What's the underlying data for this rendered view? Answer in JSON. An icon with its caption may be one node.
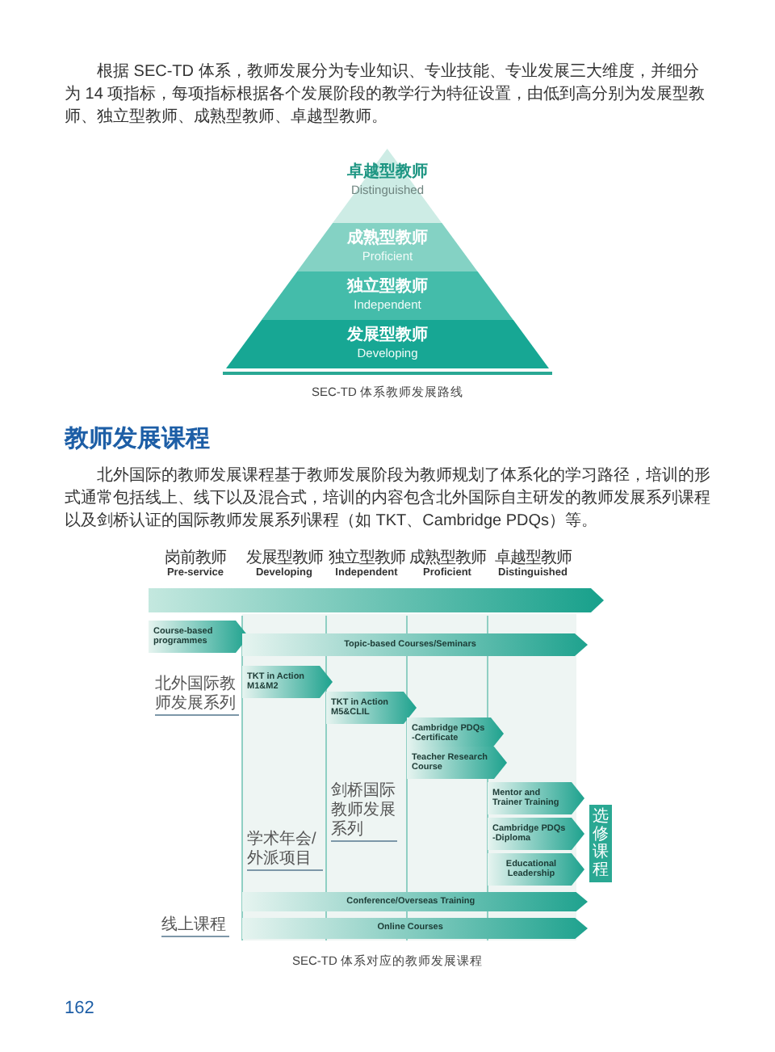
{
  "diagram": {
    "title": "教师发展课程",
    "nodes": [
      {
        "text": [
          "卓越型教师",
          "Distinguished"
        ]
      },
      {
        "text": [
          "成熟型教师",
          "Proficient"
        ]
      },
      {
        "text": [
          "独立型教师",
          "Independent"
        ]
      },
      {
        "text": [
          "发展型教师",
          "Developing"
        ]
      },
      {
        "text": [],
        "shape": "arrow"
      },
      {
        "text": [
          "Course-based programmes"
        ]
      },
      {
        "text": [
          "Topic-based Courses/Seminars"
        ]
      },
      {
        "text": [
          "TKT in Action M1&M2"
        ]
      },
      {
        "text": [
          "TKT in Action M5&CLIL"
        ]
      },
      {
        "text": [
          "Cambridge PDQs -Certificate"
        ]
      },
      {
        "text": [
          "Teacher Research Course"
        ]
      },
      {
        "text": [
          "Mentor and Trainer Training"
        ]
      },
      {
        "text": [
          "Cambridge PDQs -Diploma"
        ]
      },
      {
        "text": [
          "Educational Leadership"
        ]
      },
      {
        "text": [
          "选修课程"
        ]
      },
      {
        "text": [
          "Conference/Overseas Training"
        ]
      },
      {
        "text": [
          "Online Courses"
        ]
      }
    ],
    "labels": [
      "根据 SEC-TD 体系，教师发展分为专业知识、专业技能、专业发展三大维度，并细分为 14 项指标，每项指标根据各个发展阶段的教学行为特征设置，由低到高分别为发展型教师、独立型教师、成熟型教师、卓越型教师。",
      "SEC-TD 体系教师发展路线",
      "北外国际的教师发展课程基于教师发展阶段为教师规划了体系化的学习路径，培训的形式通常包括线上、线下以及混合式，培训的内容包含北外国际自主研发的教师发展系列课程以及剑桥认证的国际教师发展系列课程（如 TKT、Cambridge PDQs）等。",
      "岗前教师",
      "Pre-service",
      "发展型教师",
      "Developing",
      "独立型教师",
      "Independent",
      "成熟型教师",
      "Proficient",
      "卓越型教师",
      "Distinguished",
      "北外国际教师发展系列",
      "剑桥国际教师发展系列",
      "学术年会/外派项目",
      "线上课程",
      "SEC-TD 体系对应的教师发展课程",
      "162"
    ]
  }
}
